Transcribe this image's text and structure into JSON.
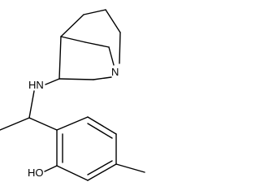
{
  "molecule": {
    "atoms": {
      "amine_n": {
        "label": "HN"
      },
      "bridgehead_n": {
        "label": "N"
      },
      "hydroxyl": {
        "label": "HO"
      }
    }
  },
  "colors": {
    "bond": "#000000",
    "label": "#000000",
    "background": "#ffffff"
  }
}
